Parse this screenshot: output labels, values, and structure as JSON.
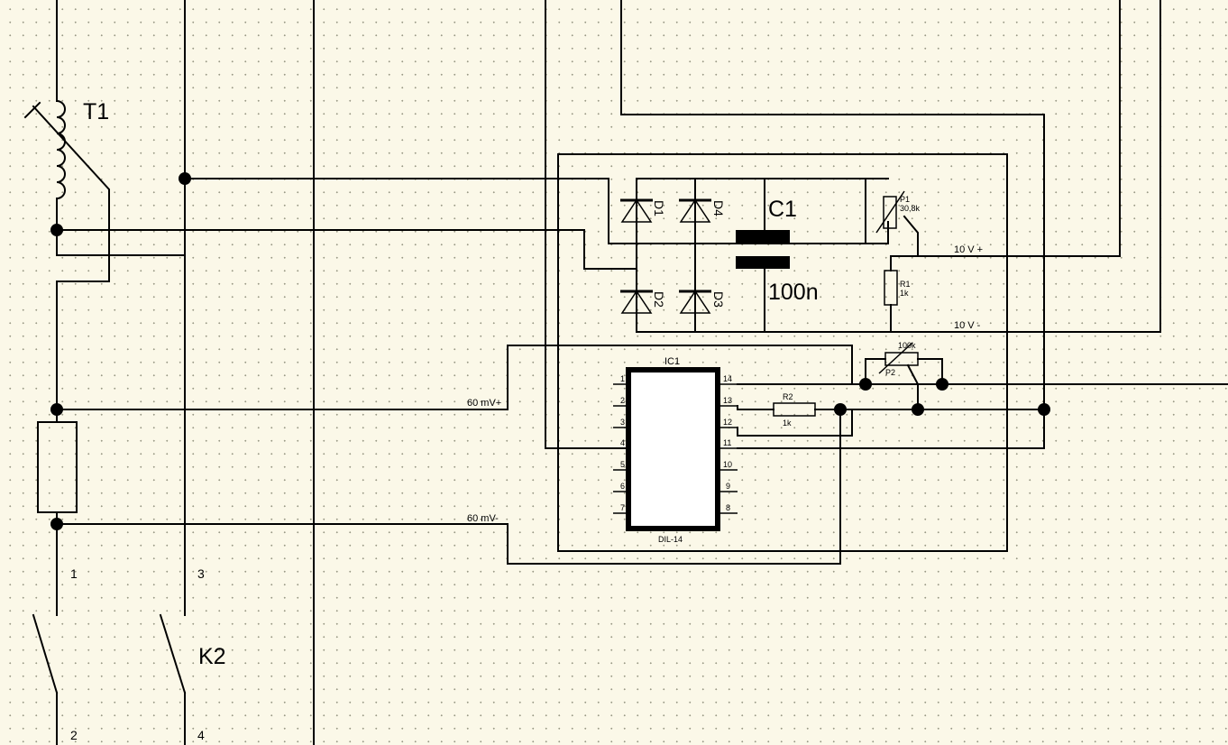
{
  "colors": {
    "background": "#fbf8e8",
    "wire": "#000000",
    "grid_dot": "#9a9a86"
  },
  "labels": {
    "T1": "T1",
    "K2": "K2",
    "C1": "C1",
    "C1_value": "100n",
    "D1": "D1",
    "D2": "D2",
    "D3": "D3",
    "D4": "D4",
    "P1": "P1",
    "P1_value": "30,8k",
    "R1": "R1",
    "R1_value": "1k",
    "R2": "R2",
    "R2_value": "1k",
    "P2": "P2",
    "P2_value": "100k",
    "IC1": "IC1",
    "IC1_package": "DIL-14",
    "net_10v_plus": "10 V +",
    "net_10v_minus": "10 V -",
    "net_60mv_plus": "60 mV+",
    "net_60mv_minus": "60 mV-",
    "terminal_1": "1",
    "terminal_2": "2",
    "terminal_3": "3",
    "terminal_4": "4"
  },
  "ic_pins_left": [
    "1",
    "2",
    "3",
    "4",
    "5",
    "6",
    "7"
  ],
  "ic_pins_right": [
    "14",
    "13",
    "12",
    "11",
    "10",
    "9",
    "8"
  ]
}
